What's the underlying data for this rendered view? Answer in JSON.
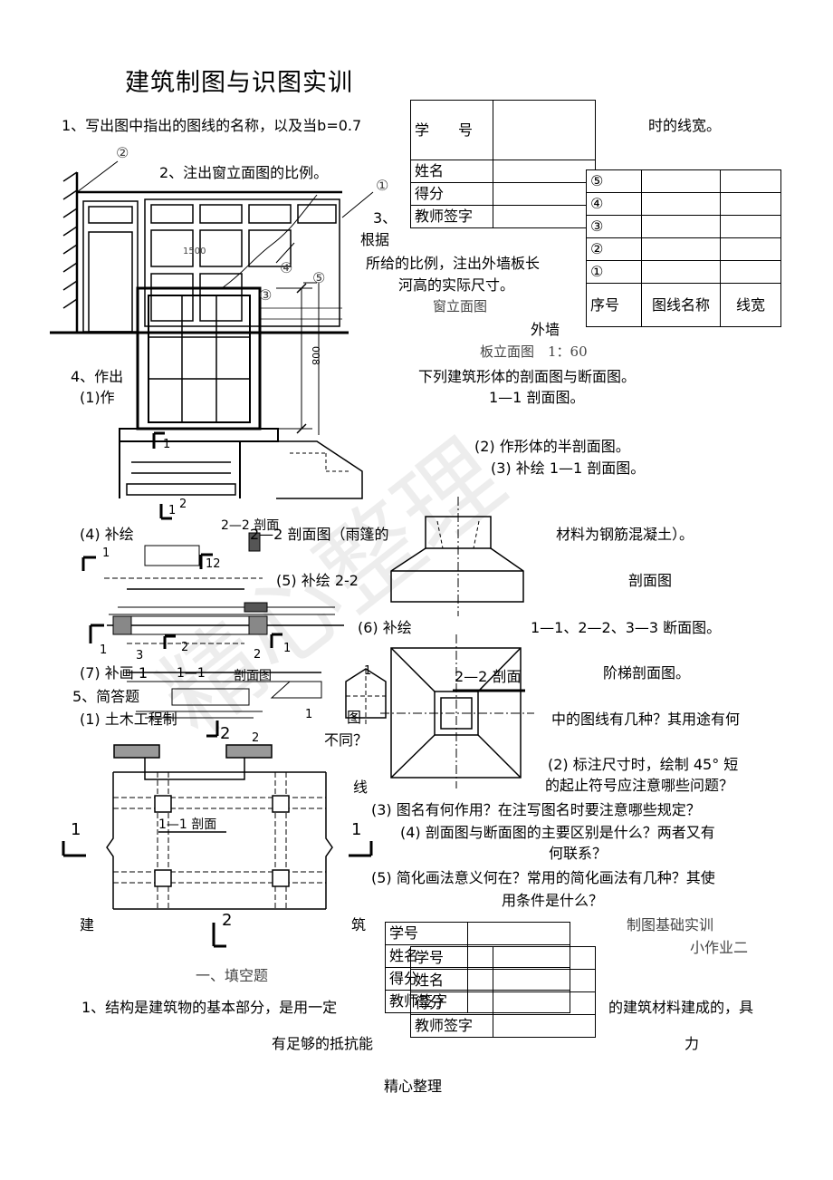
{
  "title": "建筑制图与识图实训",
  "q1": {
    "text": "1、写出图中指出的图线的名称，以及当b=0.7",
    "tail": "时的线宽。"
  },
  "q2": "2、注出窗立面图的比例。",
  "q3": {
    "l1": "3、",
    "l2": "根据",
    "l3": "所给的比例，注出外墙板长",
    "l4": "河高的实际尺寸。"
  },
  "labels": {
    "window_elevation": "窗立面图",
    "outer_wall": "外墙",
    "wall_elevation": "板立面图　1：60",
    "dim_1500": "1500",
    "dim_vertical": "008",
    "circ1": "①",
    "circ2": "②",
    "circ3": "③",
    "circ4": "④",
    "circ5": "⑤"
  },
  "student_table_1": {
    "student_no": "学　　号",
    "name": "姓名",
    "score": "得分",
    "teacher": "教师签字"
  },
  "line_table": {
    "rows": [
      "⑤",
      "④",
      "③",
      "②",
      "①"
    ],
    "header_no": "序号",
    "header_name": "图线名称",
    "header_width": "线宽"
  },
  "q4": {
    "a": "4、作出",
    "b": "(1)作",
    "main": "下列建筑形体的剖面图与断面图。",
    "sub1": "1—1 剖面图。",
    "sub2": "(2) 作形体的半剖面图。",
    "sub3": "(3) 补绘 1—1 剖面图。",
    "sub4a": "(4) 补绘",
    "sub4b": "2—2 剖面图（雨篷的",
    "sub4c": "材料为钢筋混凝土）。",
    "sub5a": "(5) 补绘 2-2",
    "sub5b": "剖面图",
    "sub6a": "(6) 补绘",
    "sub6b": "1—1、2—2、3—3 断面图。",
    "sub7a": "(7) 补画 1",
    "sub7b": "1—1",
    "sub7c": "剖面图",
    "sub7d": "阶梯剖面图。",
    "section22": "2—2 剖面",
    "section22b": "2—2 剖面",
    "section11": "1—1 剖面"
  },
  "q5": {
    "title": "5、简答题",
    "p1a": "(1) 土木工程制",
    "p1b": "图",
    "p1c": "中的图线有几种？其用途有何",
    "p1d": "不同？",
    "p2a": "(2) 标注尺寸时，绘制 45° 短",
    "p2b": "线",
    "p2c": "的起止符号应注意哪些问题？",
    "p3": "(3) 图名有何作用？在注写图名时要注意哪些规定？",
    "p4a": "(4) 剖面图与断面图的主要区别是什么？两者又有",
    "p4b": "何联系？",
    "p5a": "(5) 简化画法意义何在？常用的简化画法有几种？其使",
    "p5b": "用条件是什么？"
  },
  "bottom": {
    "jian": "建",
    "zhu": "筑",
    "course": "制图基础实训",
    "homework": "小作业二",
    "fill_title": "一、填空题",
    "fill1a": "1、结构是建筑物的基本部分，是用一定",
    "fill1b": "的建筑材料建成的，具",
    "fill2a": "有足够的抵抗能",
    "fill2b": "力",
    "footer": "精心整理"
  },
  "student_table_2": {
    "student_no": "学号",
    "name": "姓名",
    "score": "得分",
    "teacher": "教师签字"
  },
  "student_table_3": {
    "student_no": "学号",
    "name": "姓名",
    "score": "得分",
    "teacher": "教师签字"
  },
  "marks": {
    "one": "1",
    "two": "2",
    "three": "3",
    "one_two": "12"
  }
}
